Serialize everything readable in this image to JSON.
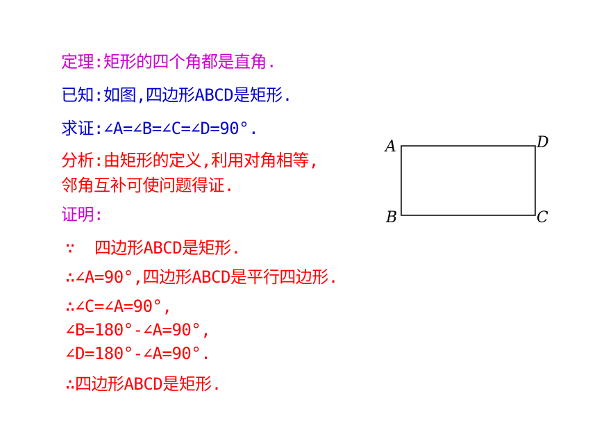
{
  "theorem": "定理:矩形的四个角都是直角.",
  "given": "已知:如图,四边形ABCD是矩形.",
  "prove": "求证:∠A=∠B=∠C=∠D=90°.",
  "analysis": {
    "line1": "分析:由矩形的定义,利用对角相等,",
    "line2": "邻角互补可使问题得证."
  },
  "proof_heading": "证明:",
  "proof_steps": [
    "∵  四边形ABCD是矩形.",
    "∴∠A=90°,四边形ABCD是平行四边形.",
    "∴∠C=∠A=90°,",
    "∠B=180°-∠A=90°,",
    "∠D=180°-∠A=90°.",
    "∴四边形ABCD是矩形."
  ],
  "figure": {
    "labels": {
      "A": "A",
      "B": "B",
      "C": "C",
      "D": "D"
    },
    "stroke_color": "#000000"
  },
  "colors": {
    "theorem": "#cc00cc",
    "given": "#0000cc",
    "analysis": "#ff0000",
    "proof": "#ff0000"
  }
}
